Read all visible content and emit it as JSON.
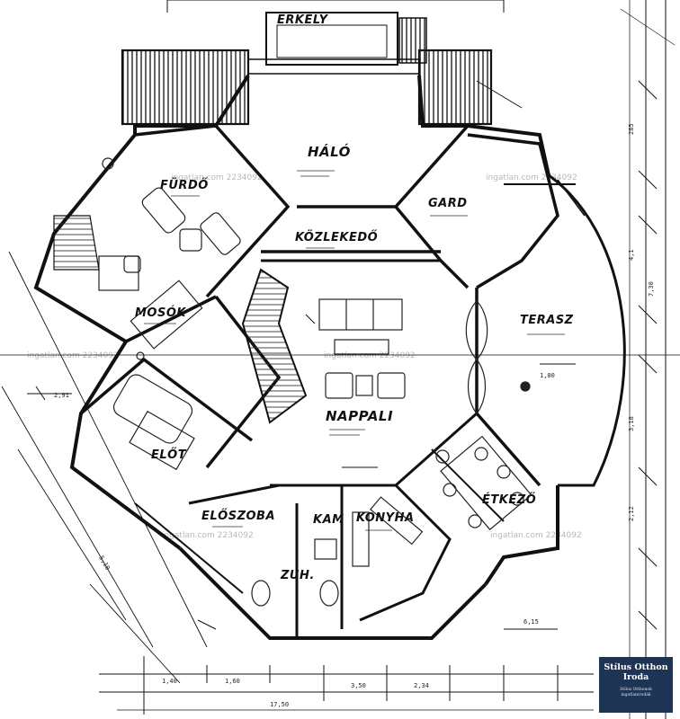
{
  "rooms": {
    "erkely": "ERKÉLY",
    "halo": "HÁLÓ",
    "furdo": "FÜRDŐ",
    "gard": "GARD",
    "kozlekedo": "KÖZLEKEDŐ",
    "mosok": "MOSÓK",
    "terasz": "TERASZ",
    "nappali": "NAPPALI",
    "ebedlo": "ÉTKEZŐ",
    "eloszoba": "ELŐSZOBA",
    "kamra": "KAM",
    "konyha": "KONYHA",
    "wc": "ZUH.",
    "eloter": "ELŐT"
  },
  "watermark": "ingatlan.com 2234092",
  "logo": {
    "line1": "Stílus Otthon",
    "line2": "Iroda",
    "line3": "Stílus Otthonok",
    "line4": "ingatlanirodák"
  },
  "dimensions": [
    "285",
    "4,1",
    "3,18",
    "7,30",
    "2,12",
    "1,40",
    "5,10",
    "1,60",
    "3,50",
    "2,34",
    "6,15",
    "1,00",
    "2,91",
    "17,50"
  ]
}
